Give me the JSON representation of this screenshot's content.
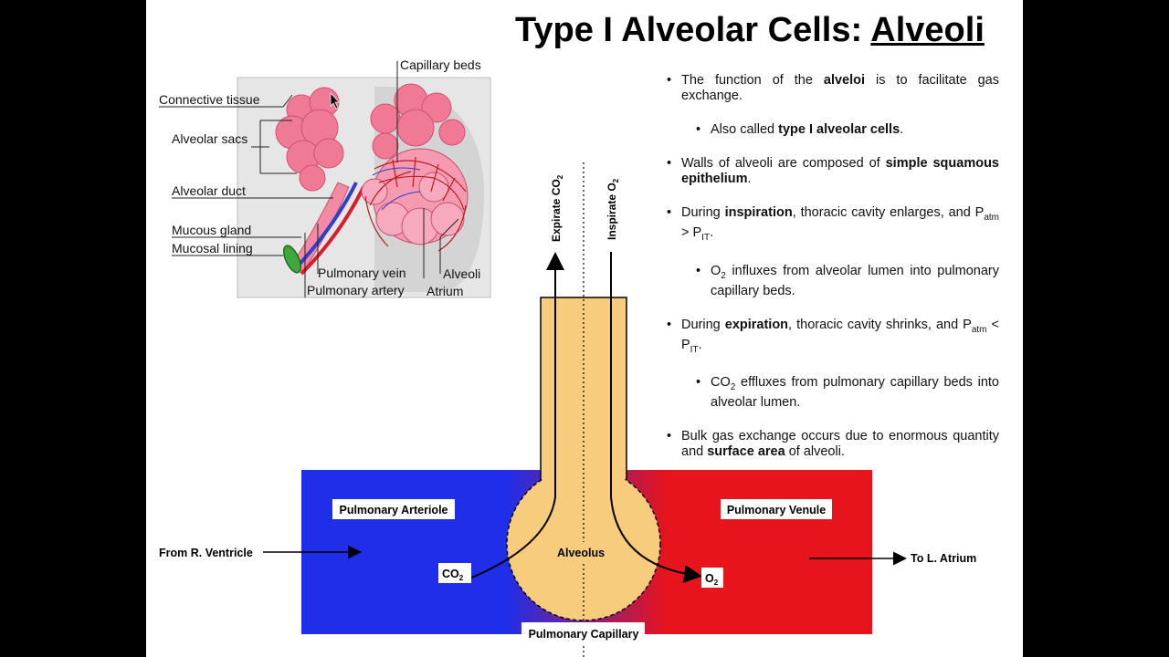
{
  "slide": {
    "title_main": "Type I Alveolar Cells: ",
    "title_underlined": "Alveoli"
  },
  "anatomy": {
    "labels": {
      "capillary_beds": "Capillary beds",
      "connective_tissue": "Connective tissue",
      "alveolar_sacs": "Alveolar sacs",
      "alveolar_duct": "Alveolar duct",
      "mucous_gland": "Mucous gland",
      "mucosal_lining": "Mucosal lining",
      "pulmonary_vein": "Pulmonary vein",
      "pulmonary_artery": "Pulmonary artery",
      "alveoli": "Alveoli",
      "atrium": "Atrium"
    }
  },
  "bullets": {
    "b1": {
      "t1": "The function of the ",
      "b1": "alveloi",
      "t2": " is to facilitate gas exchange."
    },
    "b1a": {
      "t1": "Also called ",
      "b1": "type I alveolar cells",
      "t2": "."
    },
    "b2": {
      "t1": "Walls of alveoli are composed of ",
      "b1": "simple squamous epithelium",
      "t2": "."
    },
    "b3": {
      "t1": "During ",
      "b1": "inspiration",
      "t2": ", thoracic cavity enlarges, and P",
      "s1": "atm",
      "t3": " > P",
      "s2": "IT",
      "t4": "."
    },
    "b3a": {
      "t1": "O",
      "s1": "2",
      "t2": " influxes from alveolar lumen into pulmonary capillary beds."
    },
    "b4": {
      "t1": "During ",
      "b1": "expiration",
      "t2": ", thoracic cavity shrinks, and P",
      "s1": "atm",
      "t3": " < P",
      "s2": "IT",
      "t4": "."
    },
    "b4a": {
      "t1": "CO",
      "s1": "2",
      "t2": " effluxes from pulmonary capillary beds into alveolar lumen."
    },
    "b5": {
      "t1": "Bulk gas exchange occurs due to enormous quantity and ",
      "b1": "surface area",
      "t2": " of alveoli."
    }
  },
  "diagram": {
    "expirate": "Expirate CO",
    "expirate_sub": "2",
    "inspirate": "Inspirate O",
    "inspirate_sub": "2",
    "pulmonary_arteriole": "Pulmonary Arteriole",
    "pulmonary_venule": "Pulmonary Venule",
    "alveolus": "Alveolus",
    "pulmonary_capillary": "Pulmonary Capillary",
    "from_r_ventricle": "From R. Ventricle",
    "to_l_atrium": "To L. Atrium",
    "co2_box": "CO",
    "co2_sub": "2",
    "o2_box": "O",
    "o2_sub": "2"
  },
  "colors": {
    "arteriole_blue": "#1f2ee8",
    "venule_red": "#e8141b",
    "alveolus_fill": "#f7cd7d",
    "tissue_pink": "#f07a96"
  }
}
